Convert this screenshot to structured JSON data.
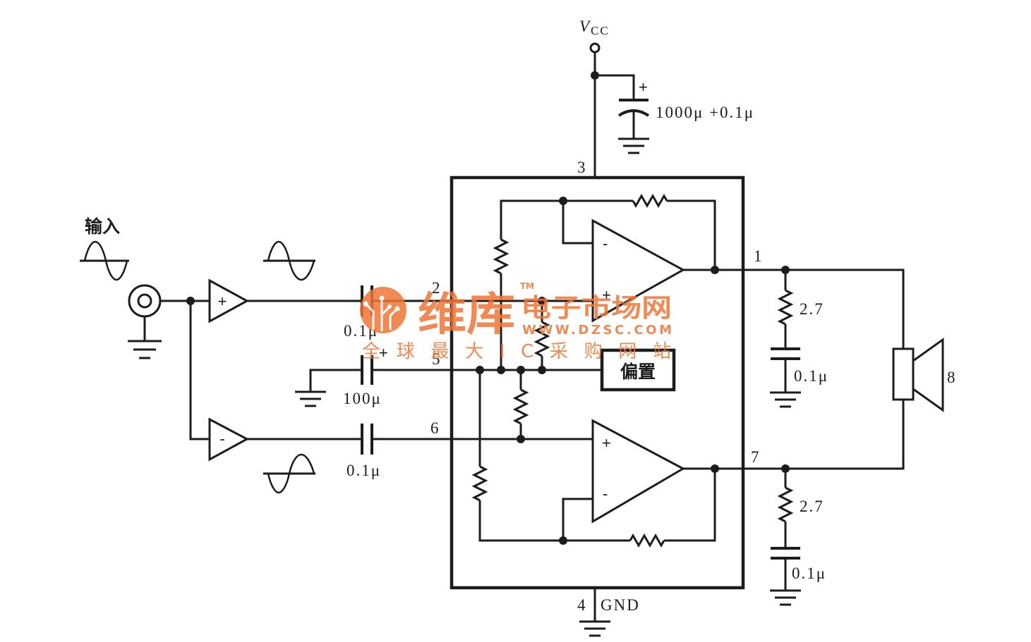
{
  "diagram": {
    "vcc": {
      "symbol": "V",
      "subscript": "CC"
    },
    "supply_cap_label": "1000μ +0.1μ",
    "input_label": "输入",
    "bias_label": "偏置",
    "gnd_label": "GND",
    "pins": {
      "p1": "1",
      "p2": "2",
      "p3": "3",
      "p4": "4",
      "p5": "5",
      "p6": "6",
      "p7": "7",
      "p8": "8"
    },
    "input_caps": {
      "top": "0.1μ",
      "bottom": "0.1μ"
    },
    "bypass_cap": "100μ",
    "output_networks": [
      {
        "resistor": "2.7",
        "capacitor": "0.1μ"
      },
      {
        "resistor": "2.7",
        "capacitor": "0.1μ"
      }
    ],
    "signs": {
      "plus": "+",
      "minus": "-"
    }
  },
  "watermark": {
    "brand": "维库",
    "trademark": "TM",
    "site_name": "电子市场网",
    "url": "WWW.DZSC.COM",
    "slogan": "全球最大IC采购网站",
    "color": "#f07535"
  }
}
